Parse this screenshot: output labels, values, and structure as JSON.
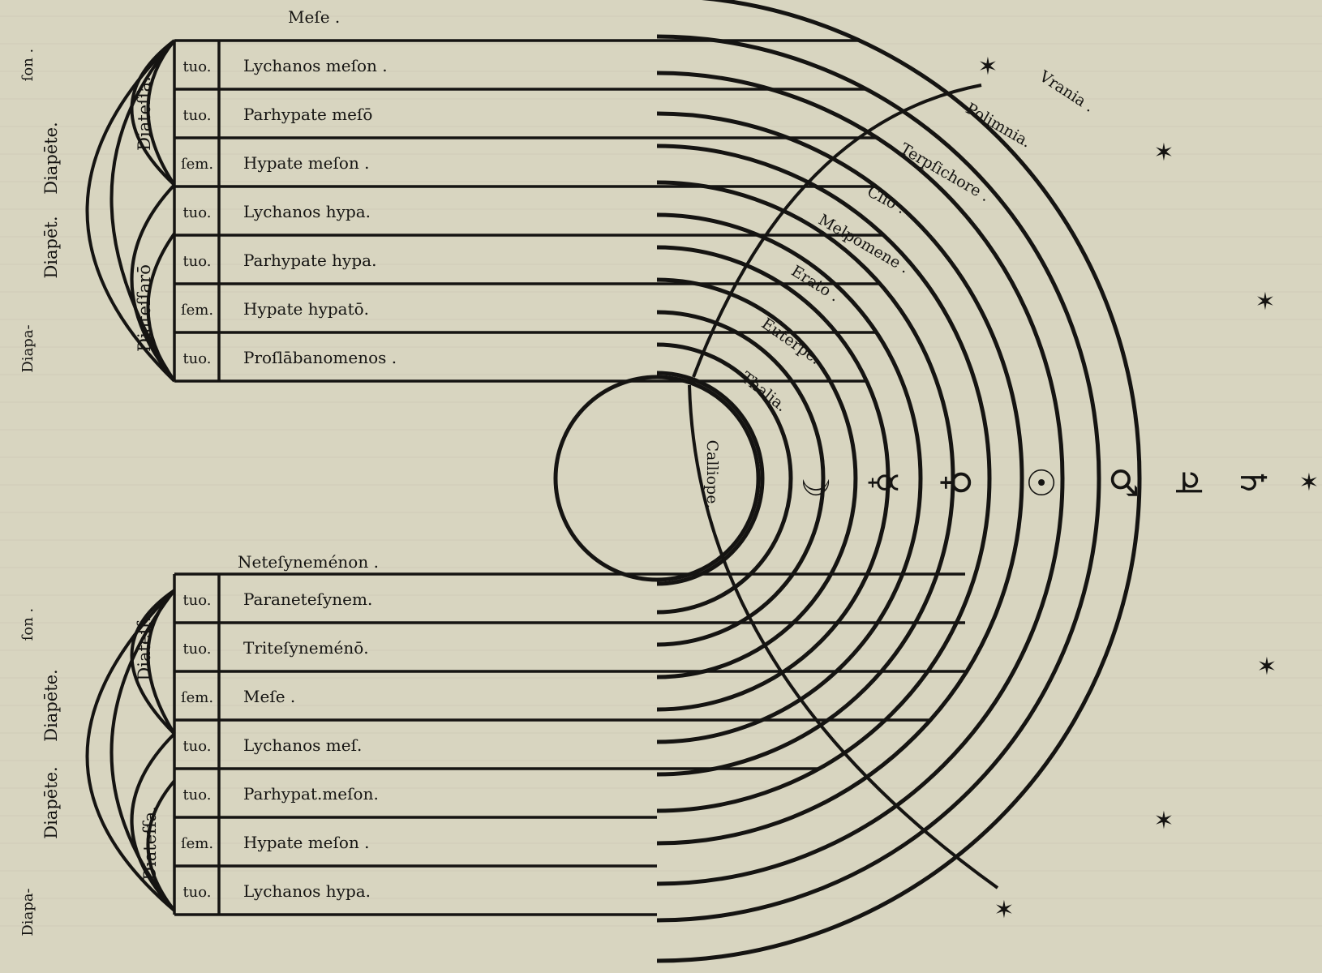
{
  "upper": {
    "title": "Meſe .",
    "steps": [
      "tuo.",
      "tuo.",
      "ſem.",
      "tuo.",
      "tuo.",
      "ſem.",
      "tuo."
    ],
    "notes": [
      "Lychanos meſon .",
      "Parhypate meſō",
      "Hypate meſon .",
      "Lychanos hypa.",
      "Parhypate hypa.",
      "Hypate hypatō.",
      "Proſlābanomenos ."
    ],
    "intervals": {
      "diatessa": "Diateſſa.",
      "diatessaro": "Diateſſarō",
      "diapete_1": "Diapēte.",
      "diapet_2": "Diapēt.",
      "diapa": "Diapa-",
      "son": "ſon ."
    }
  },
  "lower": {
    "title": "Neteſyneménon .",
    "steps": [
      "tuo.",
      "tuo.",
      "ſem.",
      "tuo.",
      "tuo.",
      "ſem.",
      "tuo."
    ],
    "notes": [
      "Paraneteſynem.",
      "Triteſyneménō.",
      "Meſe .",
      "Lychanos meſ.",
      "Parhypat.meſon.",
      "Hypate meſon .",
      "Lychanos hypa."
    ],
    "intervals": {
      "diatess": "Diateſſ.",
      "diatessa": "Diateſſa.",
      "diapete_1": "Diapēte.",
      "diapete_2": "Diapēte.",
      "diapa": "Diapa-",
      "son": "ſon ."
    }
  },
  "muses": [
    "Calliope.",
    "Thalia.",
    "Euterpe.",
    "Erato .",
    "Melpomene .",
    "Clio .",
    "Terpſichore .",
    "Polimnia.",
    "Vrania ."
  ],
  "planets": [
    {
      "icon": "moon-icon",
      "glyph": "☽"
    },
    {
      "icon": "mercury-icon",
      "glyph": "☿"
    },
    {
      "icon": "venus-icon",
      "glyph": "♀"
    },
    {
      "icon": "sun-icon",
      "glyph": "☉"
    },
    {
      "icon": "mars-icon",
      "glyph": "♂"
    },
    {
      "icon": "jupiter-icon",
      "glyph": "♃"
    },
    {
      "icon": "saturn-icon",
      "glyph": "♄"
    }
  ],
  "stars": {
    "glyph": "✶"
  },
  "colors": {
    "paper": "#d8d5c0",
    "ink": "#151412"
  }
}
